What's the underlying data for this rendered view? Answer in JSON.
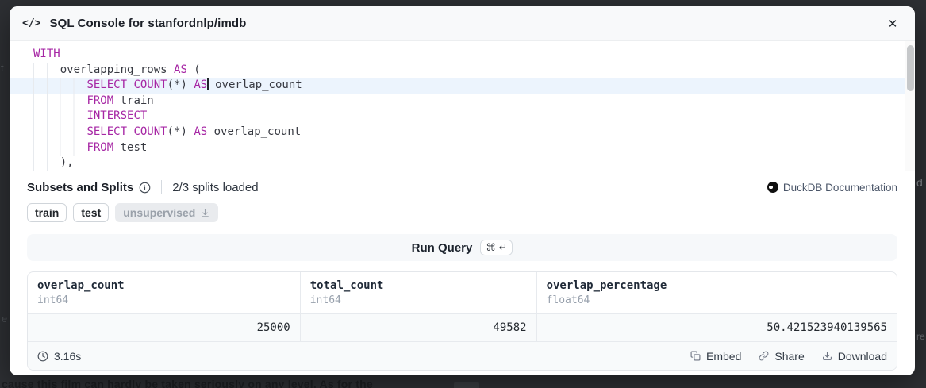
{
  "colors": {
    "overlay_background": "#2e3034",
    "keyword_purple": "#a626a4",
    "active_line_blue": "#ecf4fd",
    "modal_background": "#ffffff",
    "muted_row_gray": "#f8fafb"
  },
  "header": {
    "icon": "</>",
    "title": "SQL Console for stanfordnlp/imdb",
    "close": "✕"
  },
  "editor": {
    "lines": [
      {
        "indent": 0,
        "segments": [
          [
            "WITH",
            "kw"
          ]
        ]
      },
      {
        "indent": 4,
        "segments": [
          [
            "overlapping_rows ",
            "pl"
          ],
          [
            "AS",
            "kw"
          ],
          [
            " (",
            "pl"
          ]
        ]
      },
      {
        "indent": 8,
        "active": true,
        "segments": [
          [
            "SELECT",
            "kw"
          ],
          [
            " ",
            "pl"
          ],
          [
            "COUNT",
            "kw"
          ],
          [
            "(*)",
            "pl"
          ],
          [
            " ",
            "pl"
          ],
          [
            "AS",
            "kw"
          ],
          [
            "|",
            "cursor"
          ],
          [
            " overlap_count",
            "pl"
          ]
        ]
      },
      {
        "indent": 8,
        "segments": [
          [
            "FROM",
            "kw"
          ],
          [
            " train",
            "pl"
          ]
        ]
      },
      {
        "indent": 8,
        "segments": [
          [
            "INTERSECT",
            "kw"
          ]
        ]
      },
      {
        "indent": 8,
        "segments": [
          [
            "SELECT",
            "kw"
          ],
          [
            " ",
            "pl"
          ],
          [
            "COUNT",
            "kw"
          ],
          [
            "(*)",
            "pl"
          ],
          [
            " ",
            "pl"
          ],
          [
            "AS",
            "kw"
          ],
          [
            " overlap_count",
            "pl"
          ]
        ]
      },
      {
        "indent": 8,
        "segments": [
          [
            "FROM",
            "kw"
          ],
          [
            " test",
            "pl"
          ]
        ]
      },
      {
        "indent": 4,
        "segments": [
          [
            "),",
            "pl"
          ]
        ]
      }
    ]
  },
  "splits": {
    "heading": "Subsets and Splits",
    "status": "2/3 splits loaded",
    "doc_link": "DuckDB Documentation",
    "tags": [
      {
        "label": "train",
        "loaded": true
      },
      {
        "label": "test",
        "loaded": true
      },
      {
        "label": "unsupervised",
        "loaded": false
      }
    ]
  },
  "run": {
    "label": "Run Query",
    "shortcut": "⌘ ↵"
  },
  "results": {
    "columns": [
      {
        "name": "overlap_count",
        "type": "int64",
        "value": "25000"
      },
      {
        "name": "total_count",
        "type": "int64",
        "value": "49582"
      },
      {
        "name": "overlap_percentage",
        "type": "float64",
        "value": "50.421523940139565"
      }
    ],
    "elapsed": "3.16s",
    "actions": {
      "embed": "Embed",
      "share": "Share",
      "download": "Download"
    }
  },
  "background": {
    "bottom_text": "cause this film can hardly be taken seriously on any level. As for the",
    "right_fragment_top": "d",
    "right_fragment_bottom": "re",
    "left_fragment_top": "t",
    "left_fragment_bottom": "e"
  }
}
